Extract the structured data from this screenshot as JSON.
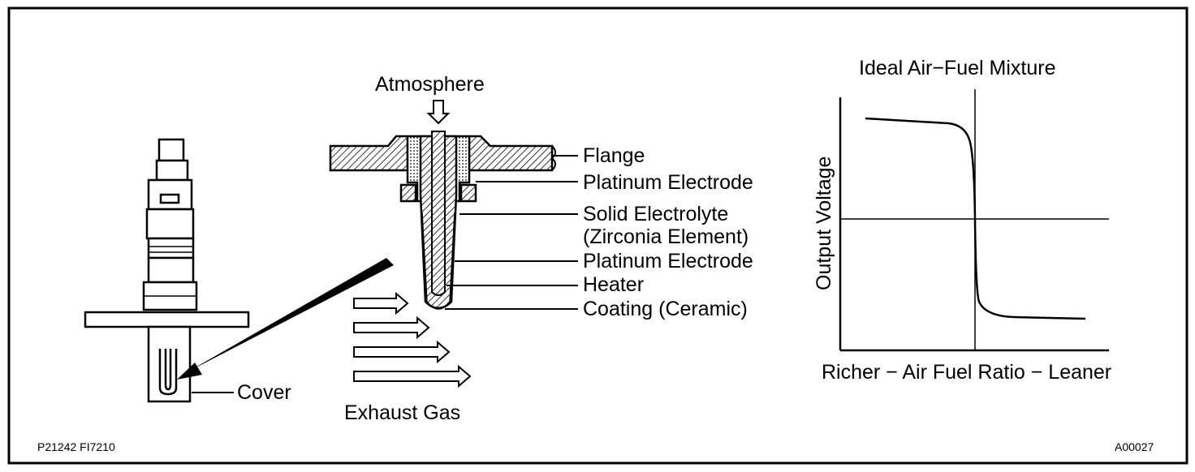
{
  "sensor_labels": {
    "cover": "Cover",
    "atmosphere": "Atmosphere",
    "exhaust_gas": "Exhaust Gas",
    "flange": "Flange",
    "platinum_electrode_1": "Platinum Electrode",
    "solid_electrolyte": "Solid Electrolyte",
    "zirconia_element": "(Zirconia Element)",
    "platinum_electrode_2": "Platinum Electrode",
    "heater": "Heater",
    "coating": "Coating (Ceramic)"
  },
  "graph": {
    "title": "Ideal Air−Fuel Mixture",
    "ylabel": "Output Voltage",
    "xlabel": "Richer − Air Fuel Ratio − Leaner"
  },
  "codes": {
    "left": "P21242  FI7210",
    "right": "A00027"
  },
  "colors": {
    "ink": "#000000",
    "paper": "#ffffff"
  }
}
